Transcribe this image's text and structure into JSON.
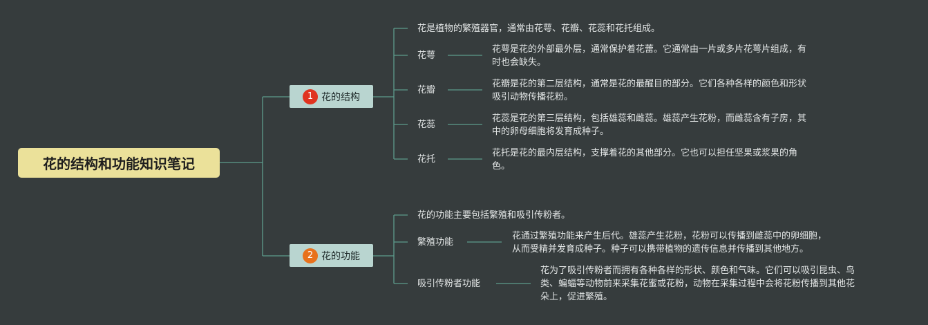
{
  "root": {
    "title": "花的结构和功能知识笔记"
  },
  "branches": [
    {
      "number": "1",
      "number_color": "#e0331f",
      "label": "花的结构",
      "intro": "花是植物的繁殖器官，通常由花萼、花瓣、花蕊和花托组成。",
      "items": [
        {
          "label": "花萼",
          "desc": [
            "花萼是花的外部最外层，通常保护着花蕾。它通常由一片或多片花萼片组成，有",
            "时也会缺失。"
          ]
        },
        {
          "label": "花瓣",
          "desc": [
            "花瓣是花的第二层结构，通常是花的最醒目的部分。它们各种各样的颜色和形状",
            "吸引动物传播花粉。"
          ]
        },
        {
          "label": "花蕊",
          "desc": [
            "花蕊是花的第三层结构，包括雄蕊和雌蕊。雄蕊产生花粉，而雌蕊含有子房，其",
            "中的卵母细胞将发育成种子。"
          ]
        },
        {
          "label": "花托",
          "desc": [
            "花托是花的最内层结构，支撑着花的其他部分。它也可以担任坚果或浆果的角",
            "色。"
          ]
        }
      ]
    },
    {
      "number": "2",
      "number_color": "#e8711c",
      "label": "花的功能",
      "intro": "花的功能主要包括繁殖和吸引传粉者。",
      "items": [
        {
          "label": "繁殖功能",
          "desc": [
            "花通过繁殖功能来产生后代。雄蕊产生花粉，花粉可以传播到雌蕊中的卵细胞，",
            "从而受精并发育成种子。种子可以携带植物的遗传信息并传播到其他地方。"
          ]
        },
        {
          "label": "吸引传粉者功能",
          "desc": [
            "花为了吸引传粉者而拥有各种各样的形状、颜色和气味。它们可以吸引昆虫、鸟",
            "类、蝙蝠等动物前来采集花蜜或花粉，动物在采集过程中会将花粉传播到其他花",
            "朵上，促进繁殖。"
          ]
        }
      ]
    }
  ],
  "colors": {
    "connector": "#5e9c8d",
    "background": "#363c3d"
  }
}
